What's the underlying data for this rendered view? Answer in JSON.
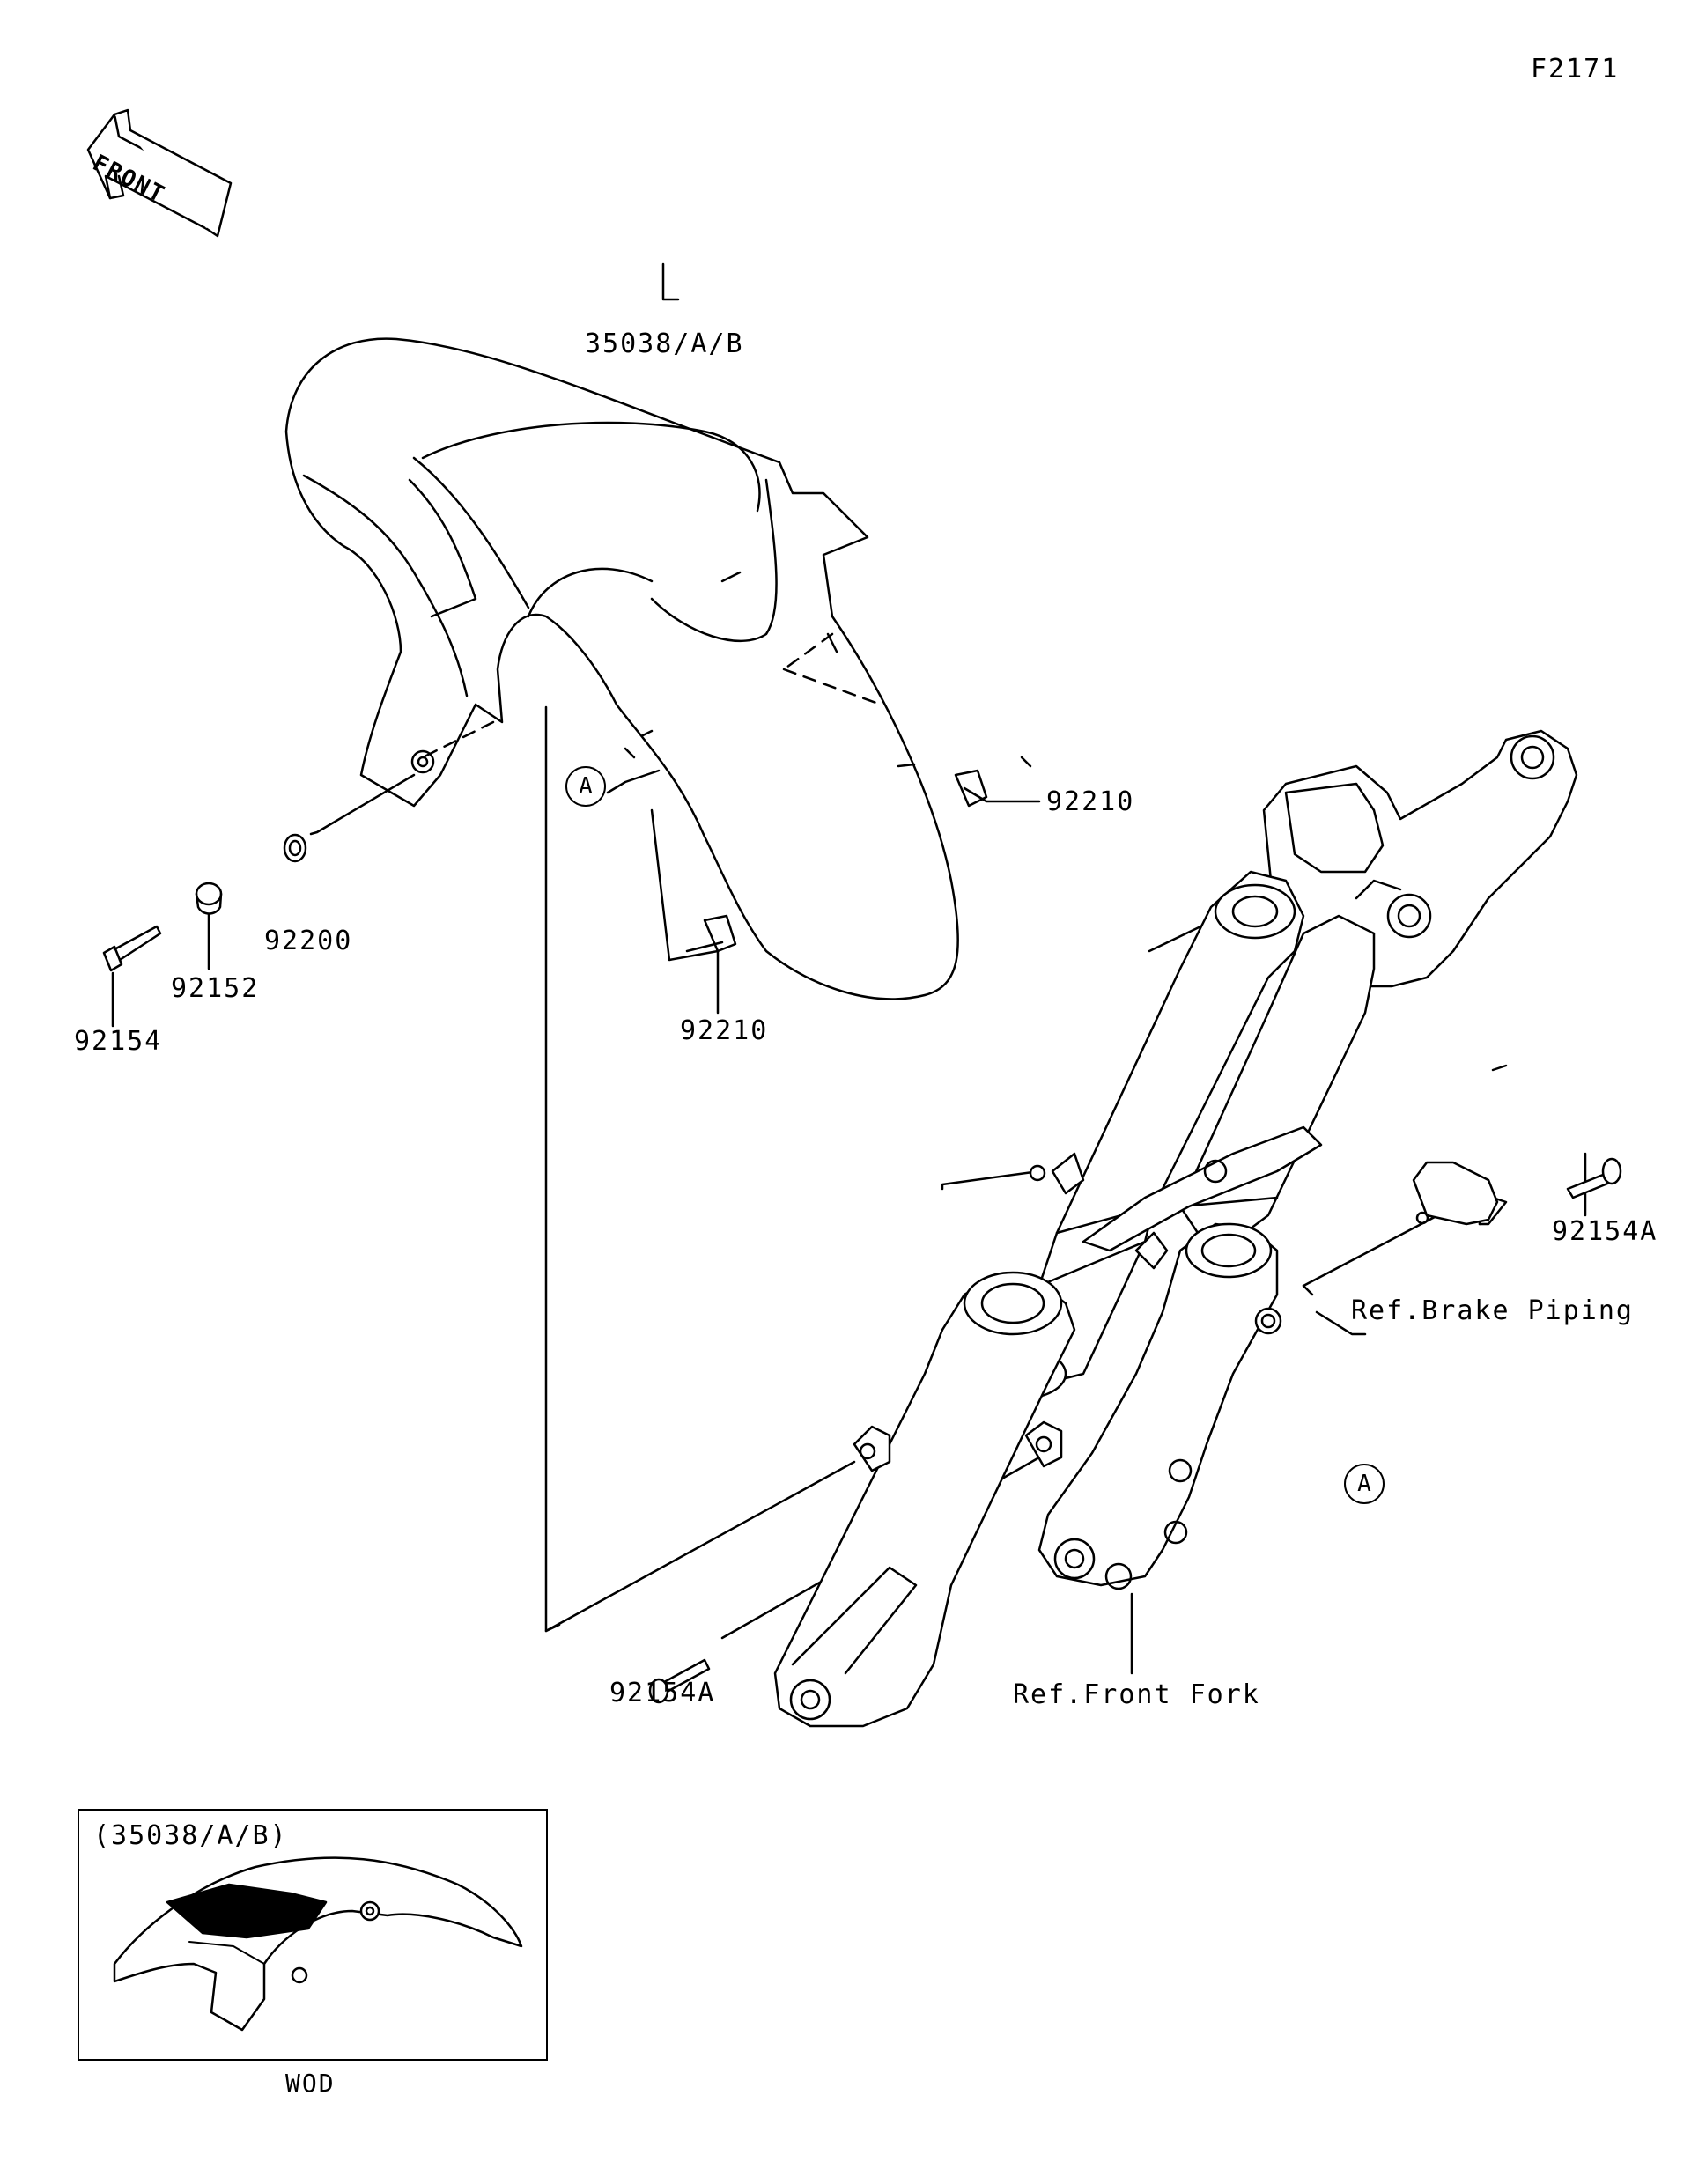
{
  "figure_code": "F2171",
  "front_arrow_label": "FRONT",
  "parts": {
    "fender": "35038/A/B",
    "grommet_upper": "92210",
    "grommet_lower": "92210",
    "washer": "92200",
    "collar": "92152",
    "bolt": "92154",
    "bolt_a_right": "92154A",
    "bolt_a_bottom": "92154A"
  },
  "refs": {
    "brake_piping": "Ref.Brake Piping",
    "front_fork": "Ref.Front Fork"
  },
  "callouts": {
    "a_left": "A",
    "a_right": "A"
  },
  "inset": {
    "title": "(35038/A/B)",
    "caption": "WOD"
  }
}
